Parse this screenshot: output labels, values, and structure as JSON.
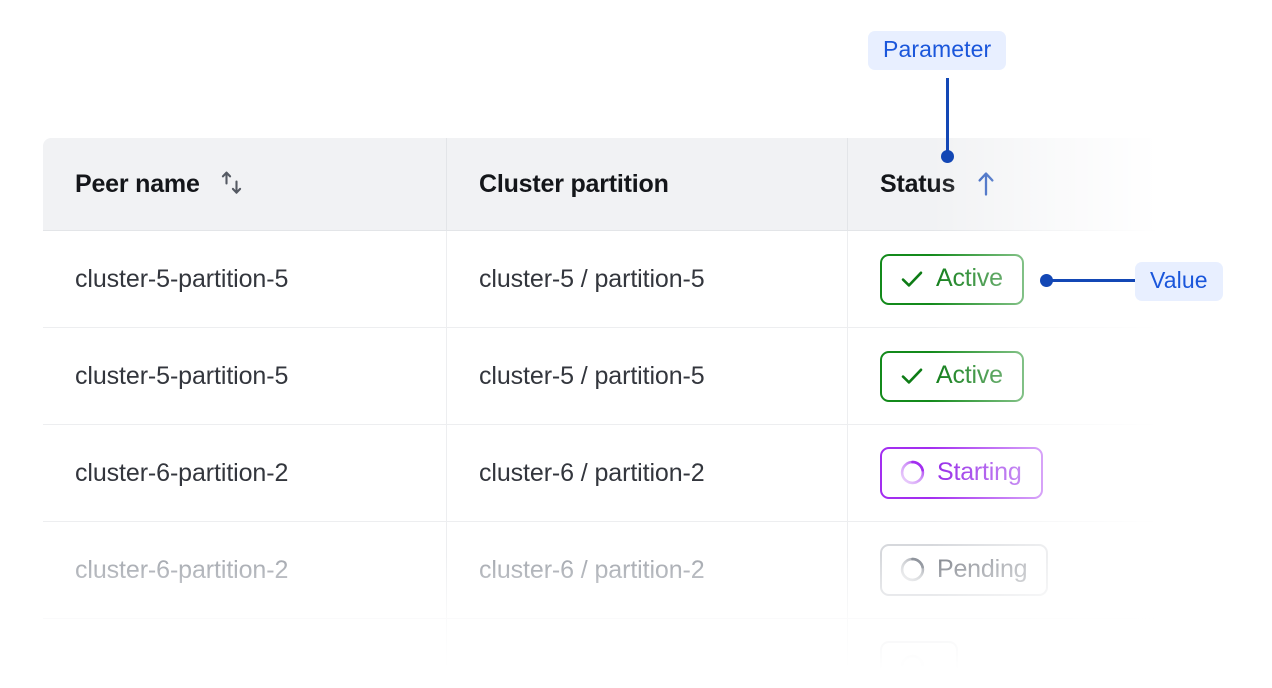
{
  "annotations": {
    "parameter": {
      "label": "Parameter",
      "color": "#1a56db",
      "bg": "#e8efff"
    },
    "value": {
      "label": "Value",
      "color": "#1a56db",
      "bg": "#e8efff"
    },
    "connector_color": "#1347b5"
  },
  "table": {
    "columns": [
      {
        "key": "peer_name",
        "label": "Peer name",
        "sort_icon": "sort-updown-icon",
        "sorted": false
      },
      {
        "key": "cluster_partition",
        "label": "Cluster partition",
        "sort_icon": null,
        "sorted": false
      },
      {
        "key": "status",
        "label": "Status",
        "sort_icon": "arrow-up-icon",
        "sorted": true,
        "sort_direction": "asc"
      }
    ],
    "rows": [
      {
        "peer_name": "cluster-5-partition-5",
        "cluster_partition": "cluster-5 / partition-5",
        "status": {
          "label": "Active",
          "icon": "check-icon",
          "variant": "active",
          "color": "#0e7c16"
        },
        "muted": false
      },
      {
        "peer_name": "cluster-5-partition-5",
        "cluster_partition": "cluster-5 / partition-5",
        "status": {
          "label": "Active",
          "icon": "check-icon",
          "variant": "active",
          "color": "#0e7c16"
        },
        "muted": false
      },
      {
        "peer_name": "cluster-6-partition-2",
        "cluster_partition": "cluster-6 / partition-2",
        "status": {
          "label": "Starting",
          "icon": "spinner-icon",
          "variant": "starting",
          "color": "#9528e8"
        },
        "muted": false
      },
      {
        "peer_name": "cluster-6-partition-2",
        "cluster_partition": "cluster-6 / partition-2",
        "status": {
          "label": "Pending",
          "icon": "spinner-icon",
          "variant": "pending",
          "color": "#7d8189"
        },
        "muted": true
      },
      {
        "peer_name": "",
        "cluster_partition": "",
        "status": {
          "label": "",
          "icon": "spinner-icon",
          "variant": "pending",
          "color": "#7d8189"
        },
        "muted": true
      }
    ]
  },
  "colors": {
    "header_bg": "#f1f2f4",
    "border": "#e3e5e8",
    "row_border": "#edeef0",
    "text": "#33363d",
    "header_text": "#14161a",
    "muted_text": "#a2a6ad",
    "accent_green": "#138a1b",
    "accent_purple": "#a32ef0",
    "accent_gray": "#d6d8dc",
    "accent_blue": "#1347b5"
  }
}
